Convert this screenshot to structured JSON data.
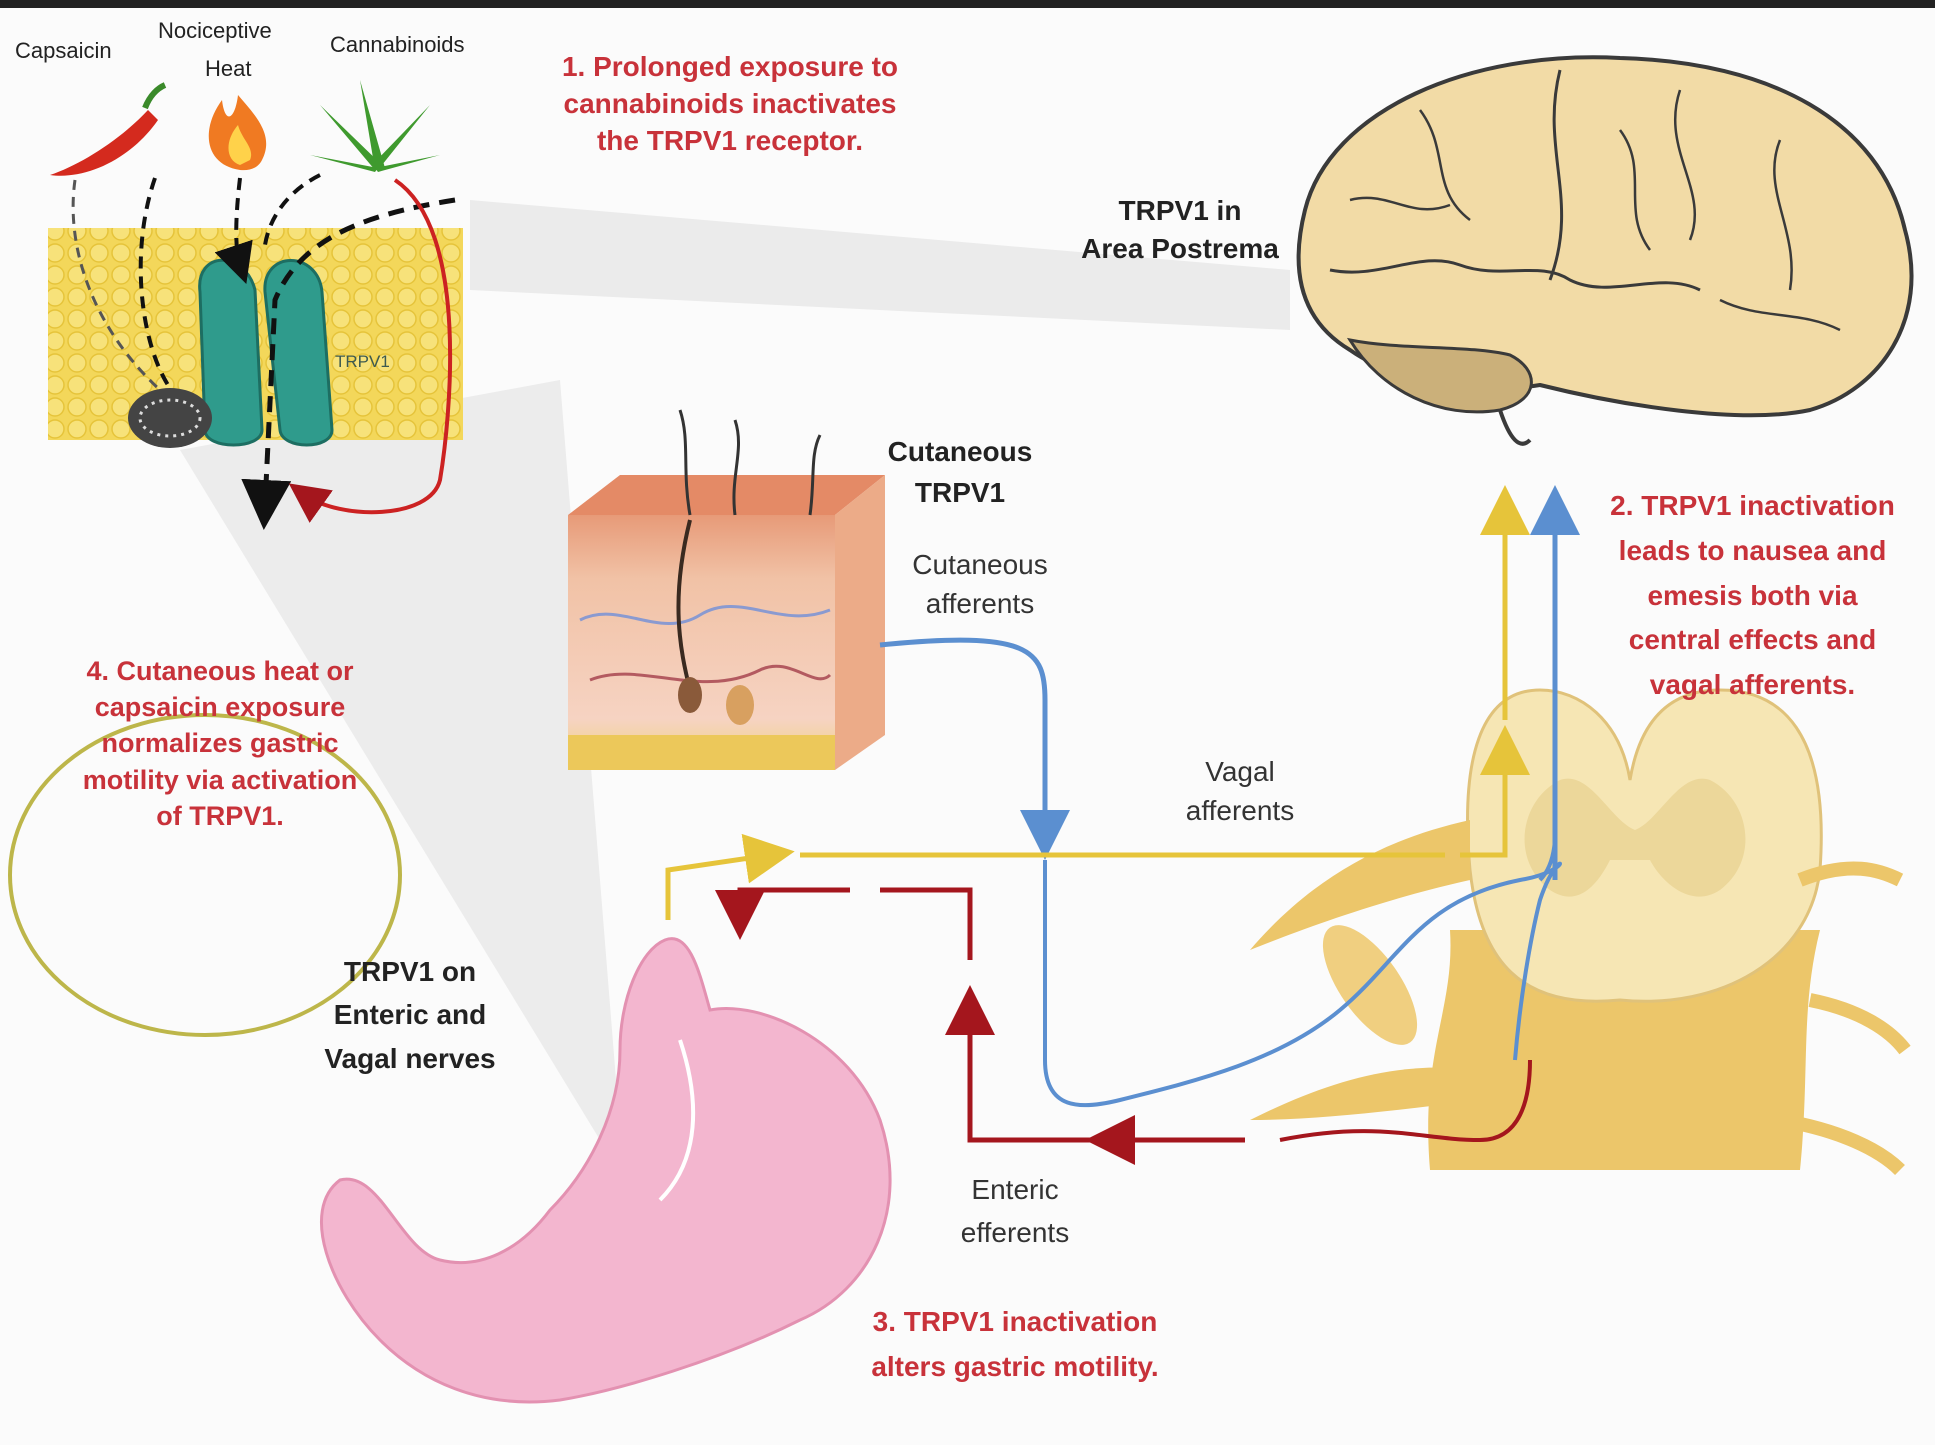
{
  "stimuli": {
    "capsaicin": "Capsaicin",
    "heat_line1": "Nociceptive",
    "heat_line2": "Heat",
    "cannabinoids": "Cannabinoids"
  },
  "channel_label": "TRPV1",
  "steps": {
    "step1": [
      "1. Prolonged exposure to",
      "cannabinoids inactivates",
      "the TRPV1 receptor."
    ],
    "step2": [
      "2. TRPV1 inactivation",
      "leads to nausea and",
      "emesis both via",
      "central effects and",
      "vagal afferents."
    ],
    "step3": [
      "3. TRPV1 inactivation",
      "alters gastric motility."
    ],
    "step4": [
      "4. Cutaneous heat or",
      "capsaicin exposure",
      "normalizes gastric",
      "motility via activation",
      "of TRPV1."
    ]
  },
  "labels": {
    "area_postrema": [
      "TRPV1 in",
      "Area Postrema"
    ],
    "cutaneous_trpv1": [
      "Cutaneous",
      "TRPV1"
    ],
    "cutaneous_afferents": [
      "Cutaneous",
      "afferents"
    ],
    "vagal_afferents": [
      "Vagal",
      "afferents"
    ],
    "enteric_efferents": [
      "Enteric",
      "efferents"
    ],
    "enteric_vagal": [
      "TRPV1 on",
      "Enteric and",
      "Vagal nerves"
    ]
  },
  "colors": {
    "step_text": "#c8323a",
    "afferent_blue": "#5b8fd0",
    "afferent_yellow": "#e6c43a",
    "efferent_red": "#a4161d",
    "circle": "#bdb64a"
  }
}
